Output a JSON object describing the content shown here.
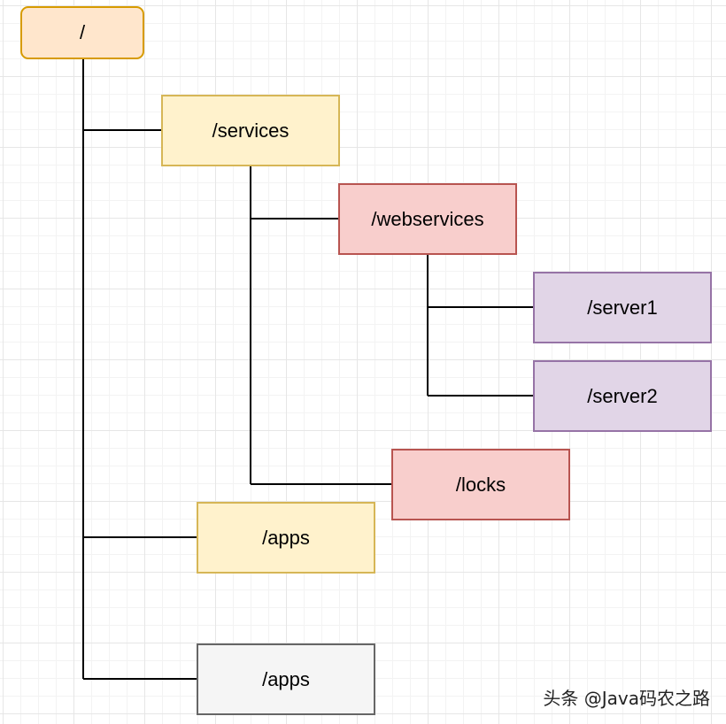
{
  "nodes": [
    {
      "id": "root",
      "label": "/",
      "fill": "#ffe6cc",
      "stroke": "#d79b00"
    },
    {
      "id": "services",
      "label": "/services",
      "fill": "#fff2cc",
      "stroke": "#d6b656"
    },
    {
      "id": "webservices",
      "label": "/webservices",
      "fill": "#f8cecc",
      "stroke": "#b85450"
    },
    {
      "id": "server1",
      "label": "/server1",
      "fill": "#e1d5e7",
      "stroke": "#9673a6"
    },
    {
      "id": "server2",
      "label": "/server2",
      "fill": "#e1d5e7",
      "stroke": "#9673a6"
    },
    {
      "id": "locks",
      "label": "/locks",
      "fill": "#f8cecc",
      "stroke": "#b85450"
    },
    {
      "id": "apps1",
      "label": "/apps",
      "fill": "#fff2cc",
      "stroke": "#d6b656"
    },
    {
      "id": "apps2",
      "label": "/apps",
      "fill": "#f5f5f5",
      "stroke": "#666666"
    }
  ],
  "edges": [
    {
      "from": "root",
      "to": "services"
    },
    {
      "from": "services",
      "to": "webservices"
    },
    {
      "from": "webservices",
      "to": "server1"
    },
    {
      "from": "webservices",
      "to": "server2"
    },
    {
      "from": "services",
      "to": "locks"
    },
    {
      "from": "root",
      "to": "apps1"
    },
    {
      "from": "root",
      "to": "apps2"
    }
  ],
  "watermark": "头条 @Java码农之路"
}
